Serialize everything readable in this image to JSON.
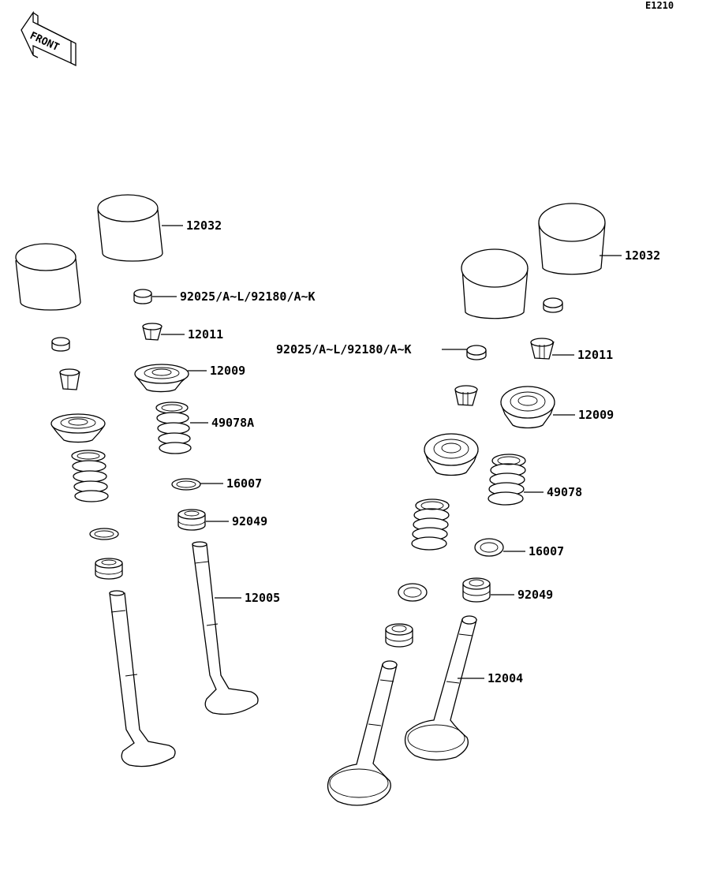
{
  "diagram_id": "E1210",
  "front_indicator": {
    "label": "FRONT",
    "icon": "front-arrow-icon"
  },
  "parts": {
    "left": [
      {
        "key": "tappet",
        "label": "12032"
      },
      {
        "key": "shim",
        "label": "92025/A~L/92180/A~K"
      },
      {
        "key": "keeper",
        "label": "12011"
      },
      {
        "key": "retainer",
        "label": "12009"
      },
      {
        "key": "spring",
        "label": "49078A"
      },
      {
        "key": "seat",
        "label": "16007"
      },
      {
        "key": "seal",
        "label": "92049"
      },
      {
        "key": "valve",
        "label": "12005"
      }
    ],
    "right": [
      {
        "key": "tappet",
        "label": "12032"
      },
      {
        "key": "shim",
        "label": "92025/A~L/92180/A~K"
      },
      {
        "key": "keeper",
        "label": "12011"
      },
      {
        "key": "retainer",
        "label": "12009"
      },
      {
        "key": "spring",
        "label": "49078"
      },
      {
        "key": "seat",
        "label": "16007"
      },
      {
        "key": "seal",
        "label": "92049"
      },
      {
        "key": "valve",
        "label": "12004"
      }
    ]
  }
}
